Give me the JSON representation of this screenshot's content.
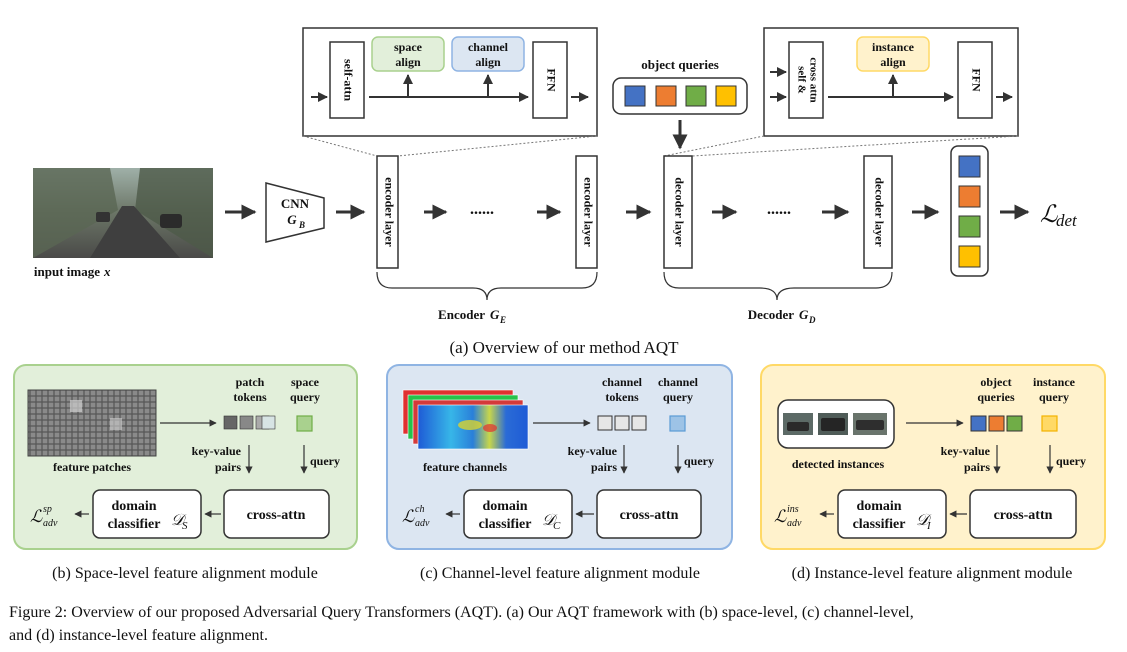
{
  "overview": {
    "input_label": "input image",
    "input_var": "x",
    "cnn_label": "CNN",
    "cnn_var": "G",
    "cnn_sub": "B",
    "encoder_layer": "encoder layer",
    "decoder_layer": "decoder layer",
    "dots": "......",
    "encoder_label": "Encoder",
    "encoder_var": "G",
    "encoder_sub": "E",
    "decoder_label": "Decoder",
    "decoder_var": "G",
    "decoder_sub": "D",
    "loss_det": "ℒ",
    "loss_det_sub": "det",
    "enc_detail": {
      "self_attn": "self-attn",
      "space_align_1": "space",
      "space_align_2": "align",
      "channel_align_1": "channel",
      "channel_align_2": "align",
      "ffn": "FFN"
    },
    "dec_detail": {
      "self_cross_1": "self &",
      "self_cross_2": "cross attn",
      "instance_align_1": "instance",
      "instance_align_2": "align",
      "ffn": "FFN"
    },
    "object_queries": "object queries",
    "subcaption": "(a) Overview of our method AQT"
  },
  "panel_b": {
    "tokens_1": "patch",
    "tokens_2": "tokens",
    "query_1": "space",
    "query_2": "query",
    "source_label": "feature patches",
    "kv_1": "key-value",
    "kv_2": "pairs",
    "query_arrow": "query",
    "domain_1": "domain",
    "domain_2": "classifier",
    "disc": "𝒟",
    "disc_sub": "S",
    "cross_attn": "cross-attn",
    "loss": "ℒ",
    "loss_sup": "sp",
    "loss_sub": "adv",
    "subcaption": "(b) Space-level feature alignment module"
  },
  "panel_c": {
    "tokens_1": "channel",
    "tokens_2": "tokens",
    "query_1": "channel",
    "query_2": "query",
    "source_label": "feature channels",
    "kv_1": "key-value",
    "kv_2": "pairs",
    "query_arrow": "query",
    "domain_1": "domain",
    "domain_2": "classifier",
    "disc": "𝒟",
    "disc_sub": "C",
    "cross_attn": "cross-attn",
    "loss": "ℒ",
    "loss_sup": "ch",
    "loss_sub": "adv",
    "subcaption": "(c) Channel-level feature alignment module"
  },
  "panel_d": {
    "tokens_1": "object",
    "tokens_2": "queries",
    "query_1": "instance",
    "query_2": "query",
    "source_label": "detected instances",
    "kv_1": "key-value",
    "kv_2": "pairs",
    "query_arrow": "query",
    "domain_1": "domain",
    "domain_2": "classifier",
    "disc": "𝒟",
    "disc_sub": "I",
    "cross_attn": "cross-attn",
    "loss": "ℒ",
    "loss_sup": "ins",
    "loss_sub": "adv",
    "subcaption": "(d) Instance-level feature alignment module"
  },
  "figure_caption": {
    "line1": "Figure 2: Overview of our proposed Adversarial Query Transformers (AQT). (a) Our AQT framework with (b) space-level, (c) channel-level,",
    "line2": "and (d) instance-level feature alignment."
  },
  "colors": {
    "query_blue": "#4472c4",
    "query_orange": "#ed7d31",
    "query_green": "#70ad47",
    "query_yellow": "#ffc000",
    "panel_b_fill": "#e2efda",
    "panel_b_border": "#a9d18e",
    "panel_c_fill": "#dce6f2",
    "panel_c_border": "#8fb4e3",
    "panel_d_fill": "#fff2cc",
    "panel_d_border": "#ffd966"
  }
}
